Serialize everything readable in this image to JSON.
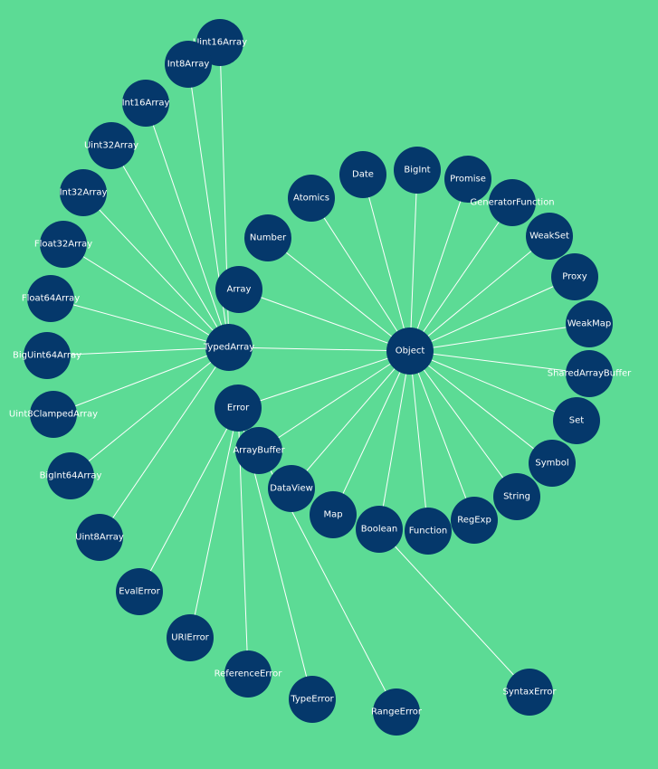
{
  "colors": {
    "background": "#5cdb95",
    "node": "#05386b",
    "link": "#ffffff",
    "label": "#ffffff"
  },
  "nodes": [
    {
      "id": "Object",
      "label": "Object"
    },
    {
      "id": "Array",
      "label": "Array"
    },
    {
      "id": "Number",
      "label": "Number"
    },
    {
      "id": "Atomics",
      "label": "Atomics"
    },
    {
      "id": "Date",
      "label": "Date"
    },
    {
      "id": "BigInt",
      "label": "BigInt"
    },
    {
      "id": "Promise",
      "label": "Promise"
    },
    {
      "id": "GeneratorFunction",
      "label": "GeneratorFunction"
    },
    {
      "id": "WeakSet",
      "label": "WeakSet"
    },
    {
      "id": "Proxy",
      "label": "Proxy"
    },
    {
      "id": "WeakMap",
      "label": "WeakMap"
    },
    {
      "id": "SharedArrayBuffer",
      "label": "SharedArrayBuffer"
    },
    {
      "id": "Set",
      "label": "Set"
    },
    {
      "id": "Symbol",
      "label": "Symbol"
    },
    {
      "id": "String",
      "label": "String"
    },
    {
      "id": "RegExp",
      "label": "RegExp"
    },
    {
      "id": "Function",
      "label": "Function"
    },
    {
      "id": "Boolean",
      "label": "Boolean"
    },
    {
      "id": "Map",
      "label": "Map"
    },
    {
      "id": "DataView",
      "label": "DataView"
    },
    {
      "id": "ArrayBuffer",
      "label": "ArrayBuffer"
    },
    {
      "id": "Error",
      "label": "Error"
    },
    {
      "id": "TypedArray",
      "label": "TypedArray"
    },
    {
      "id": "Uint16Array",
      "label": "Uint16Array"
    },
    {
      "id": "Int8Array",
      "label": "Int8Array"
    },
    {
      "id": "Int16Array",
      "label": "Int16Array"
    },
    {
      "id": "Uint32Array",
      "label": "Uint32Array"
    },
    {
      "id": "Int32Array",
      "label": "Int32Array"
    },
    {
      "id": "Float32Array",
      "label": "Float32Array"
    },
    {
      "id": "Float64Array",
      "label": "Float64Array"
    },
    {
      "id": "BigUint64Array",
      "label": "BigUint64Array"
    },
    {
      "id": "Uint8ClampedArray",
      "label": "Uint8ClampedArray"
    },
    {
      "id": "BigInt64Array",
      "label": "BigInt64Array"
    },
    {
      "id": "Uint8Array",
      "label": "Uint8Array"
    },
    {
      "id": "EvalError",
      "label": "EvalError"
    },
    {
      "id": "URIError",
      "label": "URIError"
    },
    {
      "id": "ReferenceError",
      "label": "ReferenceError"
    },
    {
      "id": "TypeError",
      "label": "TypeError"
    },
    {
      "id": "RangeError",
      "label": "RangeError"
    },
    {
      "id": "SyntaxError",
      "label": "SyntaxError"
    }
  ],
  "links": [
    [
      "Object",
      "Array"
    ],
    [
      "Object",
      "Number"
    ],
    [
      "Object",
      "Atomics"
    ],
    [
      "Object",
      "Date"
    ],
    [
      "Object",
      "BigInt"
    ],
    [
      "Object",
      "Promise"
    ],
    [
      "Object",
      "GeneratorFunction"
    ],
    [
      "Object",
      "WeakSet"
    ],
    [
      "Object",
      "Proxy"
    ],
    [
      "Object",
      "WeakMap"
    ],
    [
      "Object",
      "SharedArrayBuffer"
    ],
    [
      "Object",
      "Set"
    ],
    [
      "Object",
      "Symbol"
    ],
    [
      "Object",
      "String"
    ],
    [
      "Object",
      "RegExp"
    ],
    [
      "Object",
      "Function"
    ],
    [
      "Object",
      "Boolean"
    ],
    [
      "Object",
      "Map"
    ],
    [
      "Object",
      "DataView"
    ],
    [
      "Object",
      "ArrayBuffer"
    ],
    [
      "Object",
      "Error"
    ],
    [
      "Object",
      "TypedArray"
    ],
    [
      "TypedArray",
      "Uint16Array"
    ],
    [
      "TypedArray",
      "Int8Array"
    ],
    [
      "TypedArray",
      "Int16Array"
    ],
    [
      "TypedArray",
      "Uint32Array"
    ],
    [
      "TypedArray",
      "Int32Array"
    ],
    [
      "TypedArray",
      "Float32Array"
    ],
    [
      "TypedArray",
      "Float64Array"
    ],
    [
      "TypedArray",
      "BigUint64Array"
    ],
    [
      "TypedArray",
      "Uint8ClampedArray"
    ],
    [
      "TypedArray",
      "BigInt64Array"
    ],
    [
      "TypedArray",
      "Uint8Array"
    ],
    [
      "Error",
      "EvalError"
    ],
    [
      "Error",
      "URIError"
    ],
    [
      "Error",
      "ReferenceError"
    ],
    [
      "Error",
      "TypeError"
    ],
    [
      "Error",
      "RangeError"
    ],
    [
      "Boolean",
      "SyntaxError"
    ]
  ]
}
